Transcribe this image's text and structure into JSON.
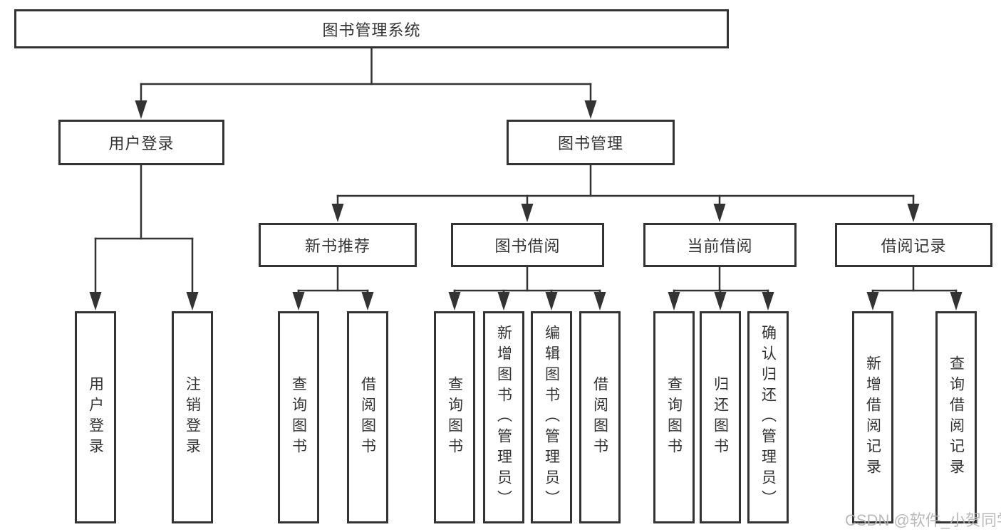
{
  "tree": {
    "label": "图书管理系统",
    "children": [
      {
        "label": "用户登录",
        "children": [
          {
            "label": "用户登录"
          },
          {
            "label": "注销登录"
          }
        ]
      },
      {
        "label": "图书管理",
        "children": [
          {
            "label": "新书推荐",
            "children": [
              {
                "label": "查询图书"
              },
              {
                "label": "借阅图书"
              }
            ]
          },
          {
            "label": "图书借阅",
            "children": [
              {
                "label": "查询图书"
              },
              {
                "label": "新增图书（管理员）"
              },
              {
                "label": "编辑图书（管理员）"
              },
              {
                "label": "借阅图书"
              }
            ]
          },
          {
            "label": "当前借阅",
            "children": [
              {
                "label": "查询图书"
              },
              {
                "label": "归还图书"
              },
              {
                "label": "确认归还（管理员）"
              }
            ]
          },
          {
            "label": "借阅记录",
            "children": [
              {
                "label": "新增借阅记录"
              },
              {
                "label": "查询借阅记录"
              }
            ]
          }
        ]
      }
    ]
  },
  "watermark": {
    "text": "CSDN @软件_小贺同学"
  },
  "colors": {
    "line": "#333333",
    "border": "#333333",
    "text": "#333333",
    "watermark": "#b3b3b3",
    "background": "#ffffff"
  }
}
